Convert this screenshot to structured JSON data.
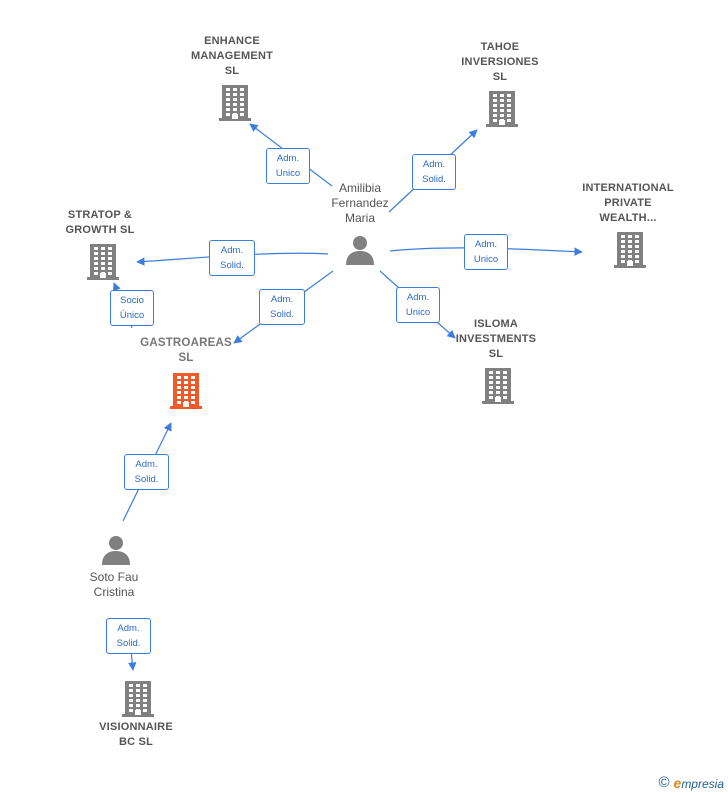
{
  "nodes": {
    "enhance": {
      "label": "ENHANCE\nMANAGEMENT\nSL",
      "kind": "company"
    },
    "tahoe": {
      "label": "TAHOE\nINVERSIONES\nSL",
      "kind": "company"
    },
    "international": {
      "label": "INTERNATIONAL\nPRIVATE\nWEALTH...",
      "kind": "company"
    },
    "stratop": {
      "label": "STRATOP &\nGROWTH  SL",
      "kind": "company"
    },
    "gastroareas": {
      "label": "GASTROAREAS\nSL",
      "kind": "company-main"
    },
    "isloma": {
      "label": "ISLOMA\nINVESTMENTS\nSL",
      "kind": "company"
    },
    "visionnaire": {
      "label": "VISIONNAIRE\nBC  SL",
      "kind": "company"
    },
    "amilibia": {
      "label": "Amilibia\nFernandez\nMaria",
      "kind": "person"
    },
    "soto": {
      "label": "Soto Fau\nCristina",
      "kind": "person"
    }
  },
  "edges": [
    {
      "from": "amilibia",
      "to": "enhance",
      "label": "Adm.\nUnico"
    },
    {
      "from": "amilibia",
      "to": "tahoe",
      "label": "Adm.\nSolid."
    },
    {
      "from": "amilibia",
      "to": "international",
      "label": "Adm.\nUnico"
    },
    {
      "from": "amilibia",
      "to": "stratop",
      "label": "Adm.\nSolid."
    },
    {
      "from": "amilibia",
      "to": "gastroareas",
      "label": "Adm.\nSolid."
    },
    {
      "from": "amilibia",
      "to": "isloma",
      "label": "Adm.\nUnico"
    },
    {
      "from": "gastroareas",
      "to": "stratop",
      "label": "Socio\nÚnico"
    },
    {
      "from": "soto",
      "to": "gastroareas",
      "label": "Adm.\nSolid."
    },
    {
      "from": "soto",
      "to": "visionnaire",
      "label": "Adm.\nSolid."
    }
  ],
  "colors": {
    "building": "#808080",
    "building_main": "#f05a28",
    "person": "#808080",
    "edge": "#3b7ddd"
  },
  "icons": {
    "company": "building-icon",
    "person": "person-icon"
  },
  "brand": {
    "copyright": "©",
    "name": "mpresia",
    "initial": "e"
  }
}
